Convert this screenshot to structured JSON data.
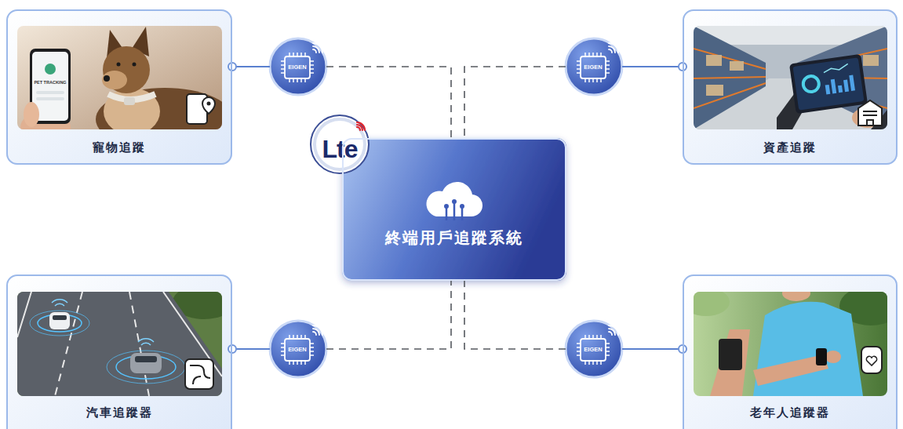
{
  "diagram": {
    "nodes": [
      {
        "text": [
          "寵物追蹤"
        ]
      },
      {
        "text": [
          "EIGEN"
        ]
      },
      {
        "text": [
          "EIGEN"
        ]
      },
      {
        "text": [
          "資產追蹤"
        ]
      },
      {
        "text": [
          "Lte"
        ]
      },
      {
        "text": [
          "終端用戶追蹤系統"
        ]
      },
      {
        "text": [
          "汽車追蹤器"
        ]
      },
      {
        "text": [
          "EIGEN"
        ]
      },
      {
        "text": [
          "EIGEN"
        ]
      },
      {
        "text": [
          "老年人追蹤器"
        ]
      }
    ],
    "edges": [
      {
        "from": 0,
        "to": 1,
        "arrow": "none"
      },
      {
        "from": 1,
        "to": 5,
        "arrow": "none"
      },
      {
        "from": 2,
        "to": 5,
        "arrow": "none"
      },
      {
        "from": 3,
        "to": 2,
        "arrow": "none"
      },
      {
        "from": 6,
        "to": 7,
        "arrow": "none"
      },
      {
        "from": 7,
        "to": 5,
        "arrow": "none"
      },
      {
        "from": 8,
        "to": 5,
        "arrow": "none"
      },
      {
        "from": 9,
        "to": 8,
        "arrow": "none"
      }
    ],
    "labels": [
      "PET TRACKING"
    ]
  }
}
